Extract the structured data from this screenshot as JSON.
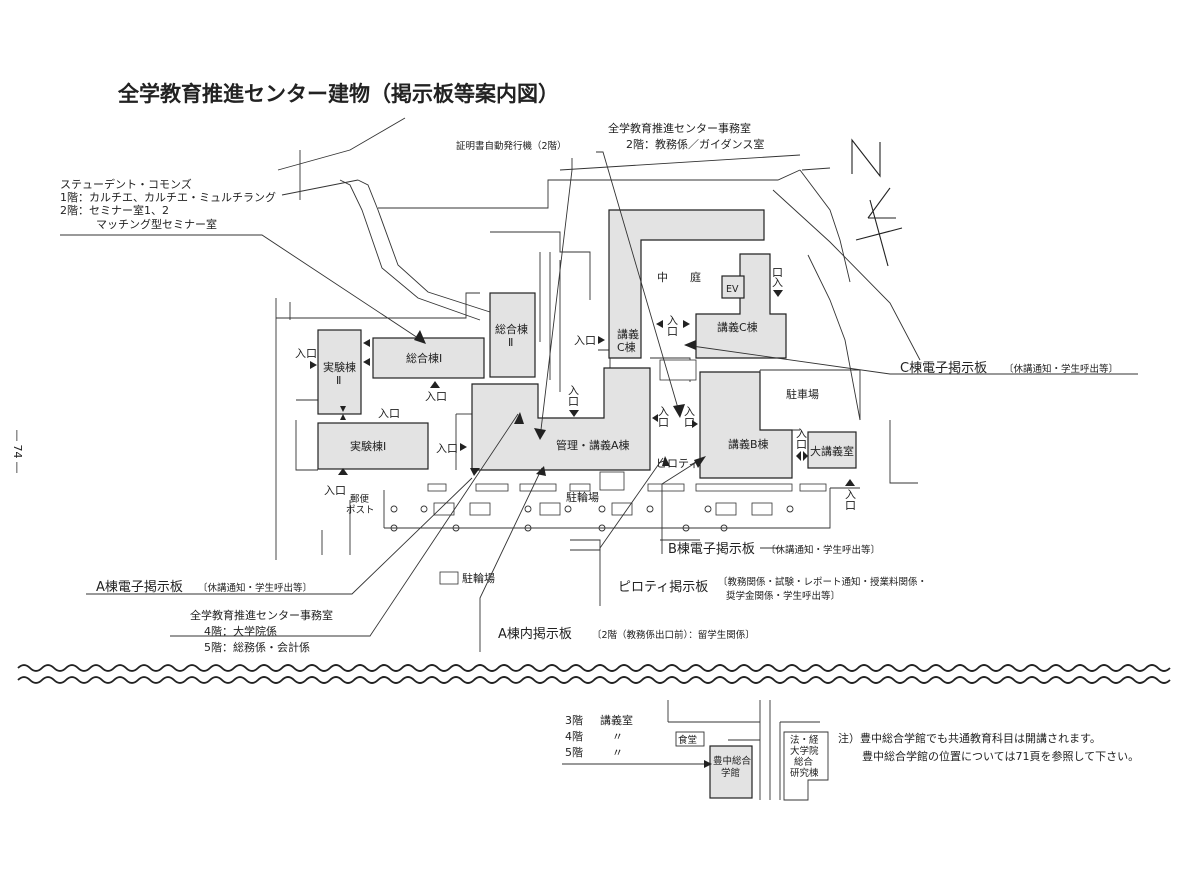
{
  "title": "全学教育推進センター建物（掲示板等案内図）",
  "page_number": "― 74 ―",
  "compass": "N",
  "buildings": {
    "jikken1": "実験棟Ⅰ",
    "jikken2_a": "実験棟",
    "jikken2_b": "Ⅱ",
    "sogo1": "総合棟Ⅰ",
    "sogo2_a": "総合棟",
    "sogo2_b": "Ⅱ",
    "kanri": "管理・講義A棟",
    "kogiC_v_a": "講義",
    "kogiC_v_b": "C棟",
    "kogiC": "講義C棟",
    "kogiB": "講義B棟",
    "daikogi": "大講義室",
    "ev": "EV",
    "chutei_a": "中",
    "chutei_b": "庭",
    "parking": "駐車場",
    "bike1": "駐輪場",
    "bike2": "駐輪場",
    "piloti": "ピロティ",
    "post_a": "郵便",
    "post_b": "ポスト"
  },
  "entrance_label": "入口",
  "entrance_v_a": "入",
  "entrance_v_b": "口",
  "callouts": {
    "shomei": "証明書自動発行機（2階）",
    "jimu_top_1": "全学教育推進センター事務室",
    "jimu_top_2": "2階：教務係／ガイダンス室",
    "commons_1": "ステューデント・コモンズ",
    "commons_2": "1階：カルチエ、カルチエ・ミュルチラング",
    "commons_3": "2階：セミナー室1、2",
    "commons_4": "マッチング型セミナー室",
    "c_board": "C棟電子掲示板",
    "c_board_sub": "〔休講通知・学生呼出等〕",
    "b_board": "B棟電子掲示板",
    "b_board_sub": "〔休講通知・学生呼出等〕",
    "a_board": "A棟電子掲示板",
    "a_board_sub": "〔休講通知・学生呼出等〕",
    "piloti_board": "ピロティ掲示板",
    "piloti_sub_1": "〔教務関係・試験・レポート通知・授業料関係・",
    "piloti_sub_2": "奨学金関係・学生呼出等〕",
    "jimu_bot_1": "全学教育推進センター事務室",
    "jimu_bot_2": "4階：大学院係",
    "jimu_bot_3": "5階：総務係・会計係",
    "a_inner": "A棟内掲示板",
    "a_inner_sub": "〔2階（教務係出口前）：留学生関係〕"
  },
  "bottom": {
    "floor3_a": "3階",
    "floor3_b": "講義室",
    "floor4": "4階",
    "floor5": "5階",
    "ditto": "〃",
    "shokudo": "食堂",
    "toyonaka_1": "豊中総合",
    "toyonaka_2": "学館",
    "hokei_1": "法・経",
    "hokei_2": "大学院",
    "hokei_3": "総合",
    "hokei_4": "研究棟",
    "note_1": "注）豊中総合学館でも共通教育科目は開講されます。",
    "note_2": "豊中総合学館の位置については71頁を参照して下さい。"
  }
}
